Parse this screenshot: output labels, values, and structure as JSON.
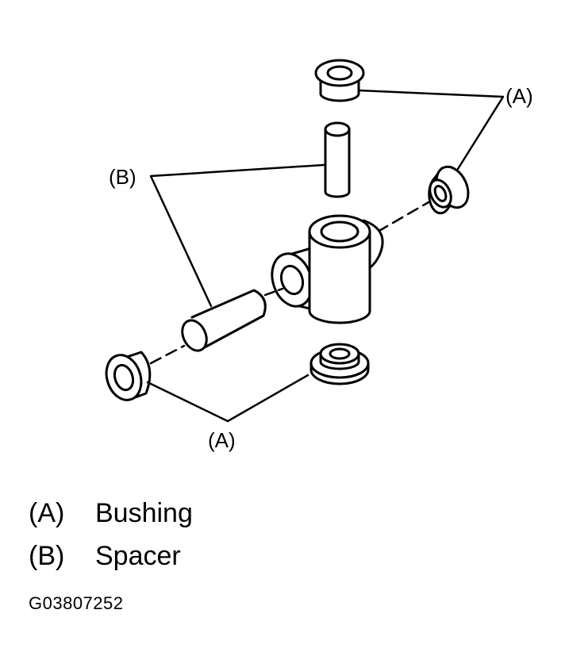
{
  "callouts": {
    "a_top": "(A)",
    "b_left": "(B)",
    "a_bottom": "(A)"
  },
  "legend": [
    {
      "key": "(A)",
      "label": "Bushing"
    },
    {
      "key": "(B)",
      "label": "Spacer"
    }
  ],
  "figure_code": "G03807252"
}
